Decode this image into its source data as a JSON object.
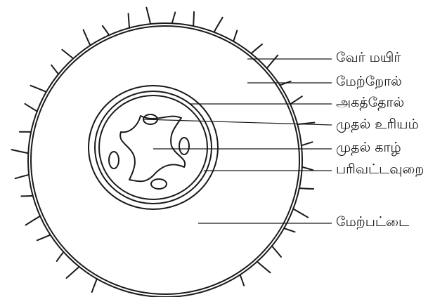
{
  "diagram": {
    "labels": [
      {
        "key": "root_hair",
        "text": "வேர் மயிர்"
      },
      {
        "key": "epidermis",
        "text": "மேற்றோல்"
      },
      {
        "key": "endodermis",
        "text": "அகத்தோல்"
      },
      {
        "key": "primary_xylem",
        "text": "முதல் உரியம்"
      },
      {
        "key": "primary_phloem",
        "text": "முதல் காழ்"
      },
      {
        "key": "pericycle",
        "text": "பரிவட்டவுறை"
      },
      {
        "key": "cortex",
        "text": "மேற்பட்டை"
      }
    ]
  },
  "colors": {
    "ink": "#1a1a1a",
    "background": "#ffffff"
  }
}
